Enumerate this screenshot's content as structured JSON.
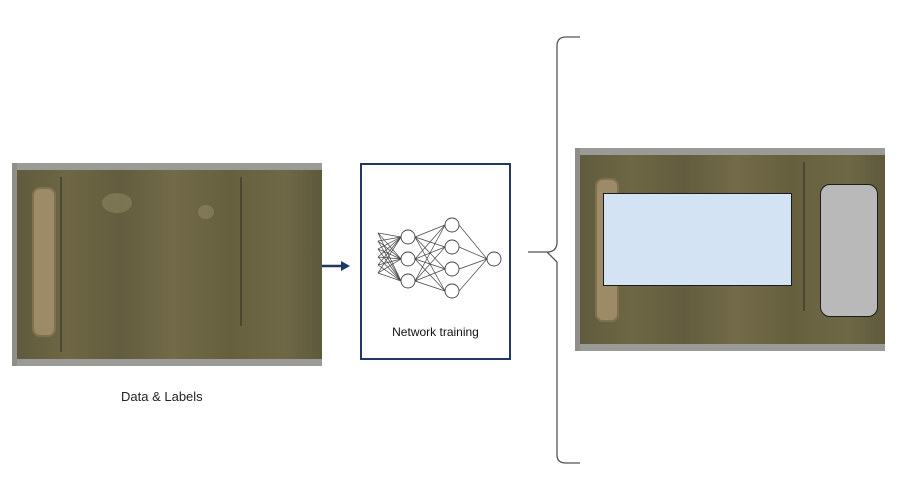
{
  "input_caption": "Data & Labels",
  "network_label": "Network training",
  "colors": {
    "box_border": "#1f3864",
    "arrow": "#1f3864",
    "overlay_blue": "#d4e3f3",
    "overlay_gray": "#b9b9b9"
  },
  "network_layers": [
    6,
    3,
    4,
    1
  ]
}
